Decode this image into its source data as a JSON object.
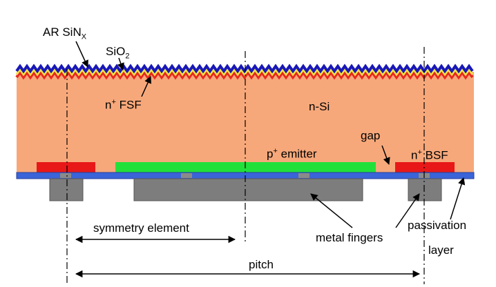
{
  "labels": {
    "ar_sin": {
      "base": "AR SiN",
      "sub": "X"
    },
    "sio2": {
      "base": "SiO",
      "sub": "2"
    },
    "fsf": {
      "pre": "n",
      "sup": "+",
      "post": " FSF"
    },
    "nsi": "n-Si",
    "gap": "gap",
    "emitter": {
      "pre": "p",
      "sup": "+",
      "post": " emitter"
    },
    "bsf": {
      "pre": "n",
      "sup": "+",
      "post": " BSF"
    },
    "symmetry": "symmetry element",
    "metal": "metal fingers",
    "passivation_line1": "passivation",
    "passivation_line2": "layer",
    "pitch": "pitch"
  },
  "colors": {
    "silicon": "#f7a87a",
    "sin": "#1818b8",
    "sio2": "#f2e24a",
    "fsf": "#e8281e",
    "passivation": "#3a64d8",
    "emitter": "#22e03a",
    "bsf": "#e81818",
    "metal": "#7d7d7d"
  }
}
